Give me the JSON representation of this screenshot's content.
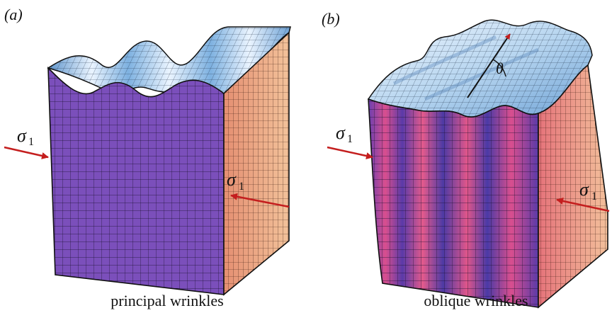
{
  "panels": [
    {
      "id": "a",
      "label": "(a)",
      "caption": "principal wrinkles",
      "stress_left": {
        "symbol": "σ",
        "subscript": "1"
      },
      "stress_right": {
        "symbol": "σ",
        "subscript": "1"
      }
    },
    {
      "id": "b",
      "label": "(b)",
      "caption": "oblique wrinkles",
      "angle_label": "θ",
      "stress_left": {
        "symbol": "σ",
        "subscript": "1"
      },
      "stress_right": {
        "symbol": "σ",
        "subscript": "1"
      }
    }
  ],
  "colors": {
    "front_face": "#7a4fb8",
    "side_face": "#e6a07e",
    "top_face_light": "#eef6ff",
    "top_face_dark": "#7fb0dc",
    "oblique_highlight": "#e0508a",
    "mesh_line": "#1a1030",
    "arrow": "#c41e1e"
  },
  "icons": [
    "left-stress-arrow-icon",
    "right-stress-arrow-icon"
  ]
}
